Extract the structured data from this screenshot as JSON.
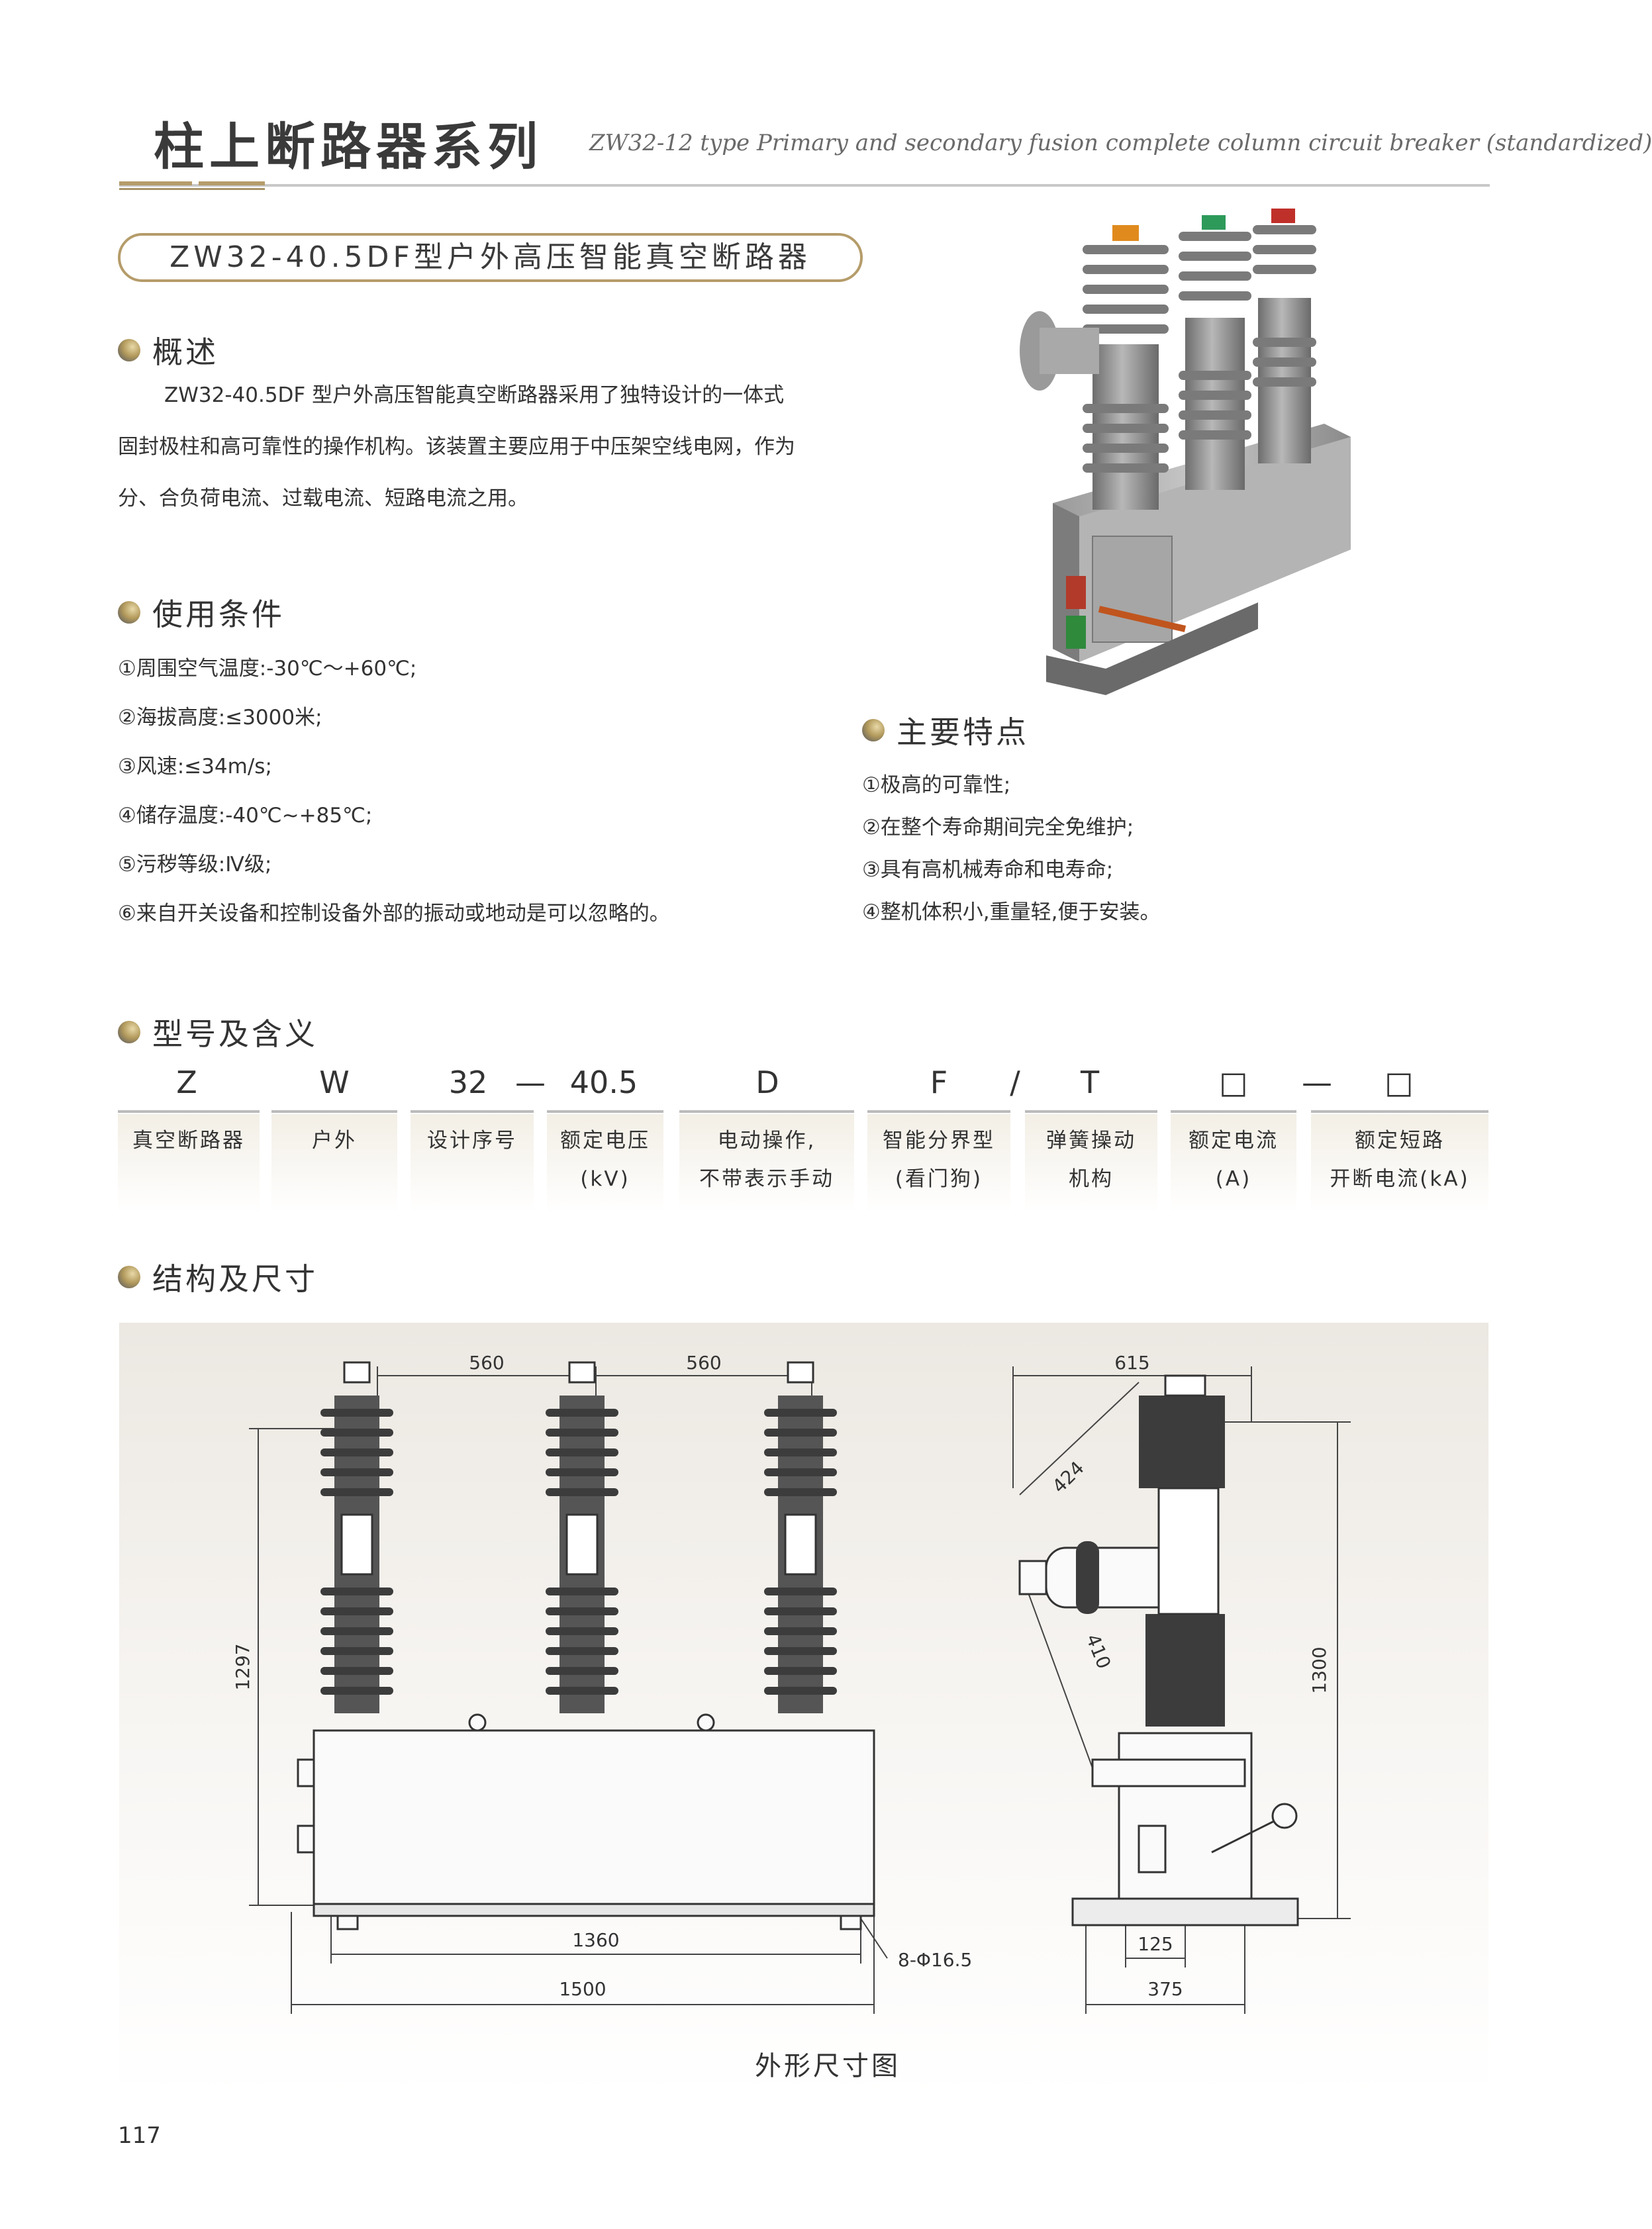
{
  "header": {
    "series_title": "柱上断路器系列",
    "series_subtitle": "ZW32-12 type Primary and secondary fusion complete column circuit breaker (standardized)"
  },
  "product_title": "ZW32-40.5DF型户外高压智能真空断路器",
  "overview": {
    "heading": "概述",
    "lines": [
      "ZW32-40.5DF 型户外高压智能真空断路器采用了独特设计的一体式",
      "固封极柱和高可靠性的操作机构。该装置主要应用于中压架空线电网，作为",
      "分、合负荷电流、过载电流、短路电流之用。"
    ]
  },
  "conditions": {
    "heading": "使用条件",
    "items": [
      "①周围空气温度:-30℃～+60℃;",
      "②海拔高度:≤3000米;",
      "③风速:≤34m/s;",
      "④储存温度:-40℃~+85℃;",
      "⑤污秽等级:Ⅳ级;",
      "⑥来自开关设备和控制设备外部的振动或地动是可以忽略的。"
    ]
  },
  "features": {
    "heading": "主要特点",
    "items": [
      "①极高的可靠性;",
      "②在整个寿命期间完全免维护;",
      "③具有高机械寿命和电寿命;",
      "④整机体积小,重量轻,便于安装。"
    ]
  },
  "model": {
    "heading": "型号及含义",
    "codes": [
      "Z",
      "W",
      "32",
      "—",
      "40.5",
      "D",
      "F",
      "/",
      "T",
      "□",
      "—",
      "□"
    ],
    "meanings": [
      [
        "真空断路器"
      ],
      [
        "户外"
      ],
      [
        "设计序号"
      ],
      [
        "额定电压",
        "(kV)"
      ],
      [
        "电动操作,",
        "不带表示手动"
      ],
      [
        "智能分界型",
        "(看门狗)"
      ],
      [
        "弹簧操动",
        "机构"
      ],
      [
        "额定电流",
        "(A)"
      ],
      [
        "额定短路",
        "开断电流(kA)"
      ]
    ]
  },
  "structure": {
    "heading": "结构及尺寸",
    "dims": {
      "d560a": "560",
      "d560b": "560",
      "d1297": "1297",
      "d1360": "1360",
      "d1500": "1500",
      "holes": "8-Φ16.5",
      "d615": "615",
      "d424": "424",
      "d410": "410",
      "d1300": "1300",
      "d125": "125",
      "d375": "375"
    },
    "caption": "外形尺寸图"
  },
  "page_number": "117",
  "colors": {
    "accent_gold": "#b59c6a",
    "text": "#333333"
  }
}
